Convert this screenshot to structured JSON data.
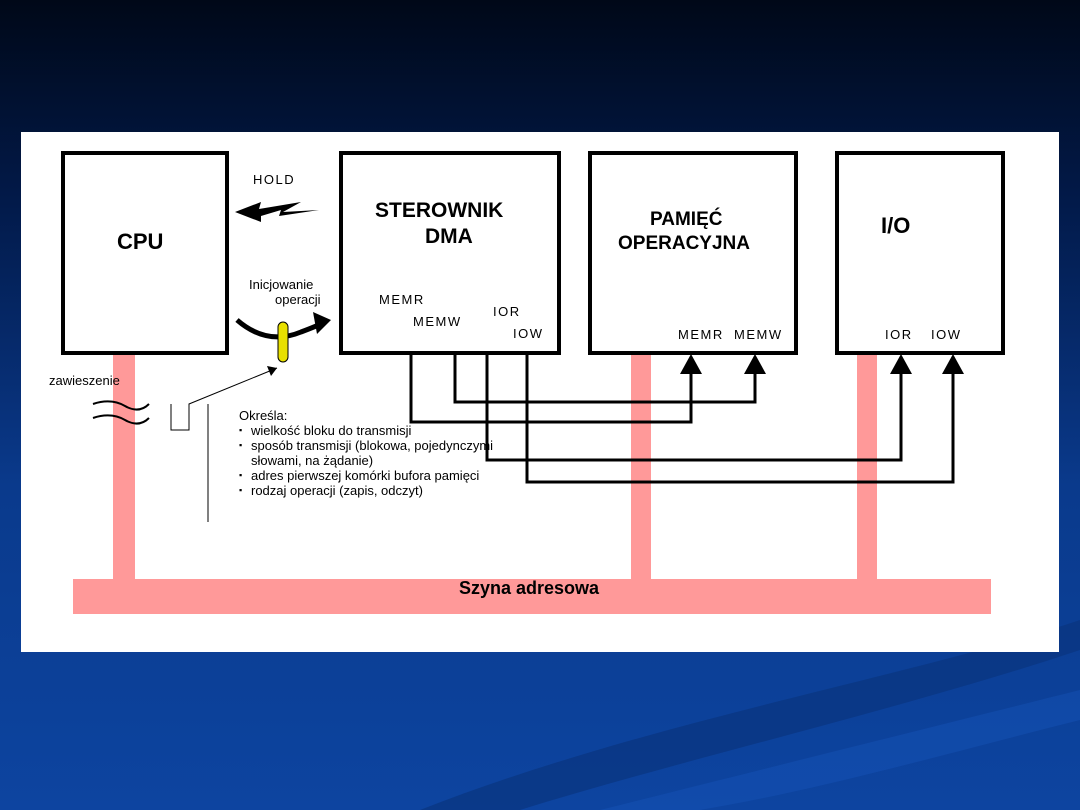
{
  "diagram": {
    "cpu": {
      "label": "CPU"
    },
    "dma": {
      "label_line1": "STEROWNIK",
      "label_line2": "DMA",
      "memr": "MEMR",
      "memw": "MEMW",
      "ior": "IOR",
      "iow": "IOW"
    },
    "memory": {
      "label_line1": "PAMIĘĆ",
      "label_line2": "OPERACYJNA",
      "memr": "MEMR",
      "memw": "MEMW"
    },
    "io": {
      "label": "I/O",
      "ior": "IOR",
      "iow": "IOW"
    },
    "hold_label": "HOLD",
    "init_label_line1": "Inicjowanie",
    "init_label_line2": "operacji",
    "suspend_label": "zawieszenie",
    "bus_label": "Szyna adresowa",
    "notes": {
      "heading": "Określa:",
      "items": [
        "wielkość bloku do transmisji",
        "sposób transmisji (blokowa, pojedynczymi słowami, na żądanie)",
        "adres pierwszej komórki bufora pamięci",
        "rodzaj operacji (zapis, odczyt)"
      ]
    },
    "colors": {
      "bus": "#ff9999",
      "line": "#000000",
      "accent": "#e8e000"
    }
  }
}
